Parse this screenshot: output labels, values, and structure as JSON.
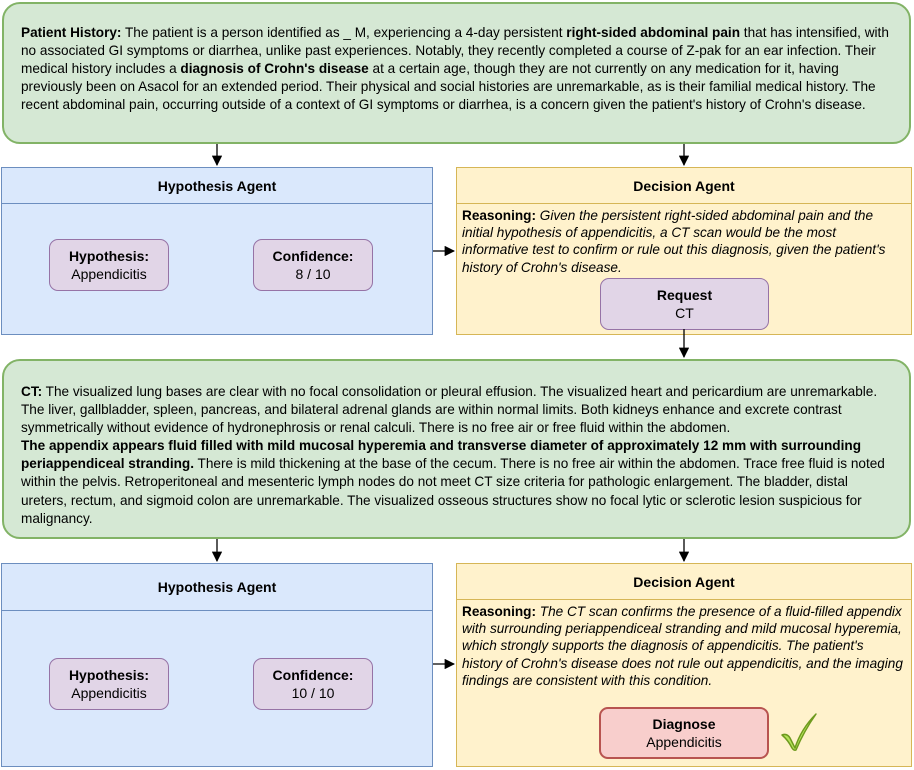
{
  "patient_history": {
    "label": "Patient History:",
    "t1": " The patient is a person identified as _ M, experiencing a 4-day persistent ",
    "b1": "right-sided abdominal pain",
    "t2": " that has intensified, with no associated GI symptoms or diarrhea, unlike past experiences. Notably, they recently completed a course of Z-pak for an ear infection. Their medical history includes a ",
    "b2": "diagnosis of Crohn's disease",
    "t3": " at a certain age, though they are not currently on any medication for it, having previously been on Asacol for an extended period. Their physical and social histories are unremarkable, as is their familial medical history. The recent abdominal pain, occurring outside of a context of GI symptoms or diarrhea, is a concern given the patient's history of Crohn's disease."
  },
  "round1": {
    "hypothesis_agent": {
      "title": "Hypothesis Agent",
      "hypothesis_label": "Hypothesis:",
      "hypothesis_value": "Appendicitis",
      "confidence_label": "Confidence:",
      "confidence_value": "8 / 10"
    },
    "decision_agent": {
      "title": "Decision Agent",
      "reasoning_label": "Reasoning:",
      "reasoning_text": " Given the persistent right-sided abdominal pain and the initial hypothesis of appendicitis, a CT scan would be the most informative test to confirm or rule out this diagnosis, given the patient's history of Crohn's disease.",
      "action_label": "Request",
      "action_value": "CT"
    }
  },
  "ct_report": {
    "label": "CT:",
    "t1": " The visualized lung bases are clear with no focal consolidation or pleural effusion.  The visualized heart and pericardium are unremarkable.  The liver, gallbladder, spleen, pancreas, and bilateral adrenal glands are within normal limits.  Both kidneys enhance and excrete contrast symmetrically without evidence of hydronephrosis or renal calculi.  There is no free air or free fluid within the abdomen.",
    "b1": "The appendix appears fluid filled with mild mucosal hyperemia and transverse diameter of approximately 12 mm with surrounding periappendiceal stranding.",
    "t2": "  There is mild thickening at the base of the cecum.  There is no free air within the abdomen. Trace free fluid is noted within the pelvis. Retroperitoneal and mesenteric lymph nodes do not meet CT size criteria for pathologic enlargement.  The bladder, distal ureters, rectum, and sigmoid colon are unremarkable.  The visualized osseous structures show no focal lytic or sclerotic lesion suspicious for malignancy."
  },
  "round2": {
    "hypothesis_agent": {
      "title": "Hypothesis Agent",
      "hypothesis_label": "Hypothesis:",
      "hypothesis_value": "Appendicitis",
      "confidence_label": "Confidence:",
      "confidence_value": "10 / 10"
    },
    "decision_agent": {
      "title": "Decision Agent",
      "reasoning_label": "Reasoning:",
      "reasoning_text": " The CT scan confirms the presence of a fluid-filled appendix with surrounding periappendiceal stranding and mild mucosal hyperemia, which strongly supports the diagnosis of appendicitis. The patient's history of Crohn's disease does not rule out appendicitis, and the imaging findings are consistent with this condition.",
      "action_label": "Diagnose",
      "action_value": "Appendicitis"
    }
  },
  "colors": {
    "green_fill": "#d5e8d4",
    "green_stroke": "#82b366",
    "blue_fill": "#dae8fc",
    "blue_stroke": "#6c8ebf",
    "yellow_fill": "#fff2cc",
    "yellow_stroke": "#d6b656",
    "purple_fill": "#e1d5e7",
    "purple_stroke": "#9673a6",
    "red_fill": "#f8cecc",
    "red_stroke": "#b85450",
    "check": "#9acd32"
  },
  "icons": {
    "confirm": "checkmark-icon"
  }
}
